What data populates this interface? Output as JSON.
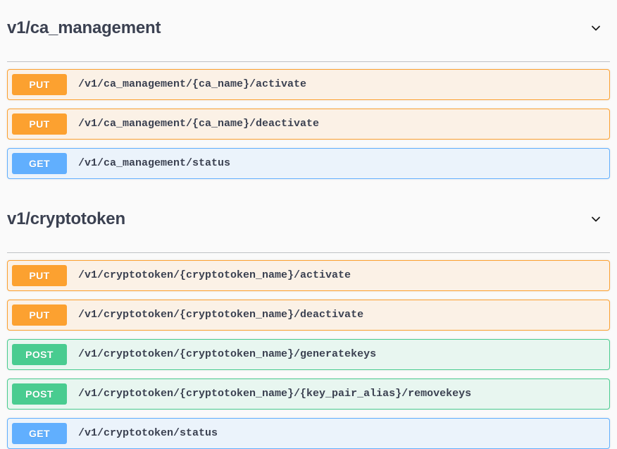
{
  "page": {
    "background": "#fafafa",
    "text_color": "#3b4151"
  },
  "method_colors": {
    "get": "#61affe",
    "post": "#49cc90",
    "put": "#fca130"
  },
  "row_backgrounds": {
    "get": "#ebf3fb",
    "post": "#e8f6f0",
    "put": "#fbf1e6"
  },
  "sections": [
    {
      "tag": "v1/ca_management",
      "collapse_icon": "chevron-down-icon",
      "operations": [
        {
          "method": "PUT",
          "method_key": "put",
          "path": "/v1/ca_management/{ca_name}/activate"
        },
        {
          "method": "PUT",
          "method_key": "put",
          "path": "/v1/ca_management/{ca_name}/deactivate"
        },
        {
          "method": "GET",
          "method_key": "get",
          "path": "/v1/ca_management/status"
        }
      ]
    },
    {
      "tag": "v1/cryptotoken",
      "collapse_icon": "chevron-down-icon",
      "operations": [
        {
          "method": "PUT",
          "method_key": "put",
          "path": "/v1/cryptotoken/{cryptotoken_name}/activate"
        },
        {
          "method": "PUT",
          "method_key": "put",
          "path": "/v1/cryptotoken/{cryptotoken_name}/deactivate"
        },
        {
          "method": "POST",
          "method_key": "post",
          "path": "/v1/cryptotoken/{cryptotoken_name}/generatekeys"
        },
        {
          "method": "POST",
          "method_key": "post",
          "path": "/v1/cryptotoken/{cryptotoken_name}/{key_pair_alias}/removekeys"
        },
        {
          "method": "GET",
          "method_key": "get",
          "path": "/v1/cryptotoken/status"
        }
      ]
    }
  ]
}
